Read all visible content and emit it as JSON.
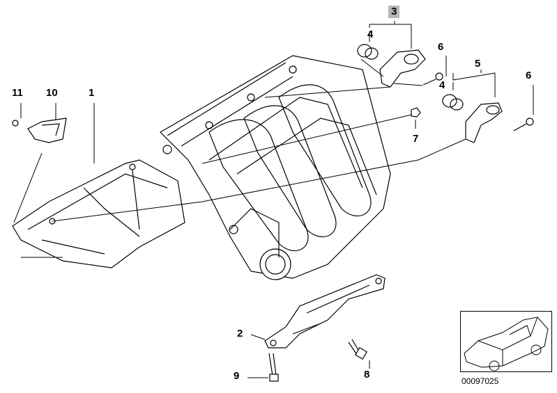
{
  "diagram": {
    "callouts": [
      {
        "id": "3",
        "label": "3",
        "highlighted": true
      },
      {
        "id": "4a",
        "label": "4"
      },
      {
        "id": "6a",
        "label": "6"
      },
      {
        "id": "5",
        "label": "5"
      },
      {
        "id": "4b",
        "label": "4"
      },
      {
        "id": "6b",
        "label": "6"
      },
      {
        "id": "11",
        "label": "11"
      },
      {
        "id": "10",
        "label": "10"
      },
      {
        "id": "1",
        "label": "1"
      },
      {
        "id": "7",
        "label": "7"
      },
      {
        "id": "2",
        "label": "2"
      },
      {
        "id": "8",
        "label": "8"
      },
      {
        "id": "9",
        "label": "9"
      }
    ],
    "catalog_number": "00097025",
    "highlight_color": "#b8b8b8"
  }
}
